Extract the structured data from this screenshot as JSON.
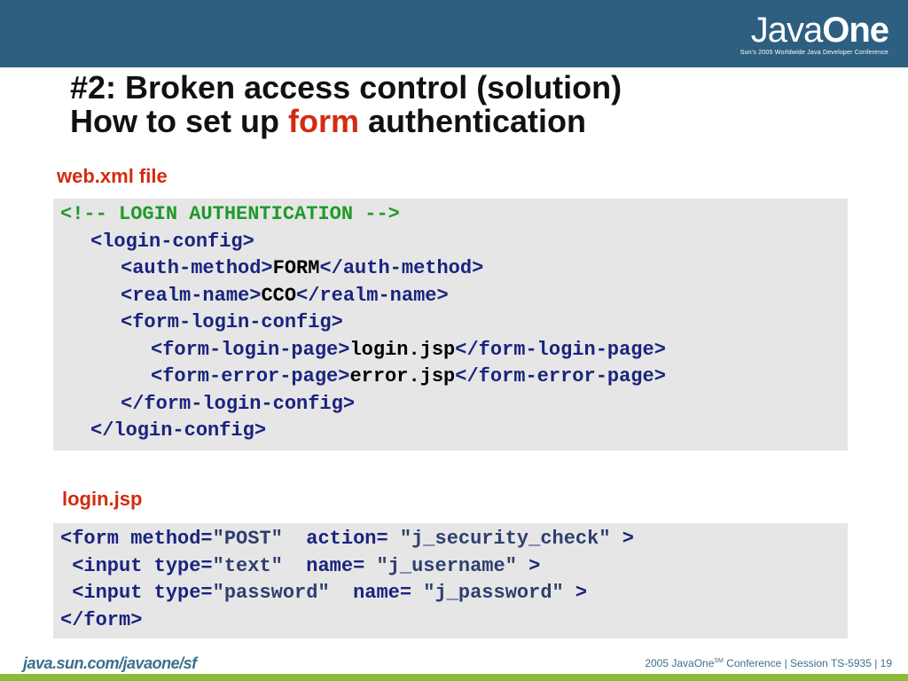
{
  "header": {
    "logo_java": "Java",
    "logo_one": "One",
    "logo_tagline": "Sun's 2005 Worldwide Java Developer Conference"
  },
  "title": {
    "line1": "#2: Broken access control (solution)",
    "line2_prefix": "How to set up ",
    "line2_highlight": "form",
    "line2_suffix": " authentication"
  },
  "sections": {
    "webxml_label": "web.xml file",
    "loginjsp_label": "login.jsp"
  },
  "webxml_code": {
    "comment": "<!-- LOGIN AUTHENTICATION -->",
    "login_config_open": "<login-config>",
    "auth_method_open": "<auth-method>",
    "auth_method_value": "FORM",
    "auth_method_close": "</auth-method>",
    "realm_name_open": "<realm-name>",
    "realm_name_value": "CCO",
    "realm_name_close": "</realm-name>",
    "form_login_config_open": "<form-login-config>",
    "form_login_page_open": "<form-login-page>",
    "form_login_page_value": "login.jsp",
    "form_login_page_close": "</form-login-page>",
    "form_error_page_open": "<form-error-page>",
    "form_error_page_value": "error.jsp",
    "form_error_page_close": "</form-error-page>",
    "form_login_config_close": "</form-login-config>",
    "login_config_close": "</login-config>"
  },
  "loginjsp_code": {
    "l1_a": "<form method=",
    "l1_b": "\"POST\"",
    "l1_c": "  action= ",
    "l1_d": "\"j_security_check\"",
    "l1_e": " >",
    "l2_a": " <input type=",
    "l2_b": "\"text\"",
    "l2_c": "  name= ",
    "l2_d": "\"j_username\"",
    "l2_e": " >",
    "l3_a": " <input type=",
    "l3_b": "\"password\"",
    "l3_c": "  name= ",
    "l3_d": "\"j_password\"",
    "l3_e": " >",
    "l4": "</form>"
  },
  "footer": {
    "url": "java.sun.com/javaone/sf",
    "conference_prefix": "2005 JavaOne",
    "conference_sup": "SM",
    "conference_suffix": " Conference   |   Session TS-5935   |   19"
  },
  "colors": {
    "header_bar": "#2d5f80",
    "accent_red": "#d42b10",
    "comment_green": "#1f9a2a",
    "tag_navy": "#1a237e",
    "code_bg": "#e6e6e6",
    "footer_green": "#8dbb3a"
  }
}
